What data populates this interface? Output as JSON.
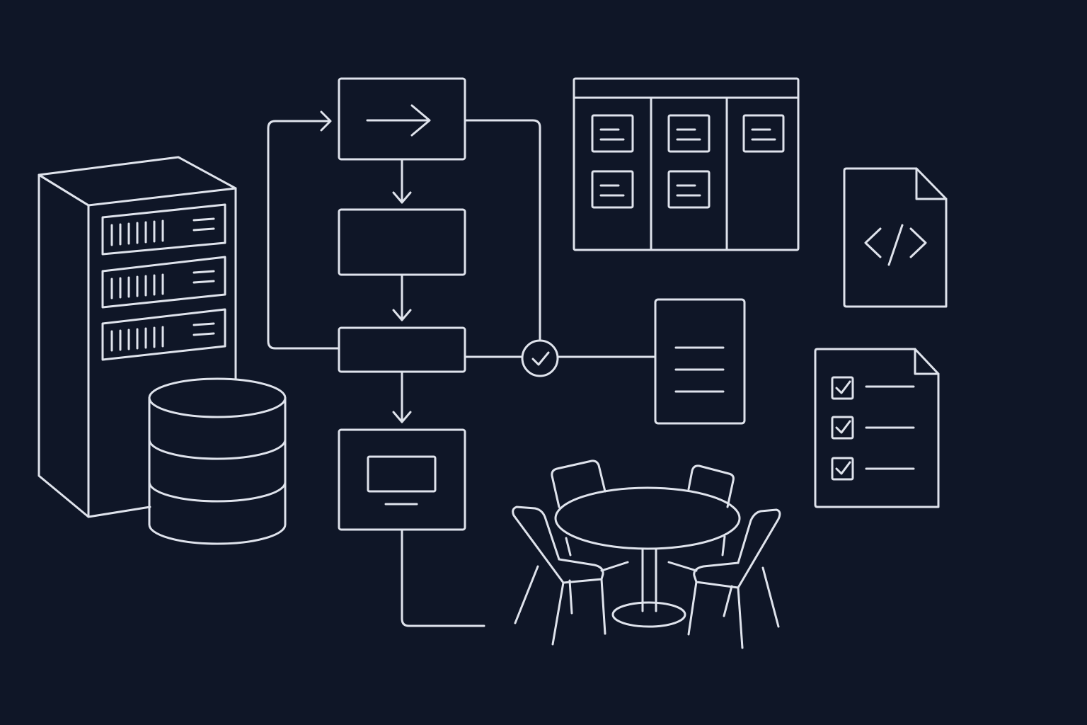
{
  "colors": {
    "background": "#0f1627",
    "line": "#dfe3ec"
  },
  "illustration": {
    "server_rack": {
      "drive_bays": 3
    },
    "database": {
      "layers": 3
    },
    "flowchart": {
      "steps": 4,
      "decision_icon": "check-circle-icon"
    },
    "kanban_board": {
      "columns": [
        2,
        2,
        1
      ]
    },
    "code_file": {
      "icon": "code-brackets-icon"
    },
    "text_document": {
      "lines": 3
    },
    "checklist": {
      "items": 3,
      "checked": 3
    },
    "meeting_table": {
      "chairs": 4
    }
  }
}
